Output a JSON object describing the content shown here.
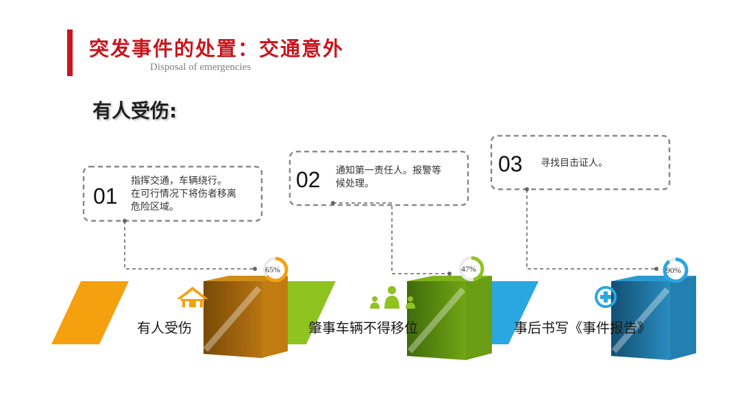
{
  "header": {
    "title": "突发事件的处置：交通意外",
    "subtitle": "Disposal of emergencies"
  },
  "section_title": "有人受伤:",
  "steps": [
    {
      "number": "01",
      "description_lines": [
        "指挥交通，车辆绕行。",
        "在可行情况下将伤者移离",
        "危险区域。"
      ]
    },
    {
      "number": "02",
      "description_lines": [
        "通知第一责任人。报警等",
        "候处理。"
      ]
    },
    {
      "number": "03",
      "description_lines": [
        "寻找目击证人。"
      ]
    }
  ],
  "bars": [
    {
      "label": "有人受伤",
      "percent": "65%",
      "percent_value": 65,
      "icon": "house-icon",
      "ribbon_color": "#f5a00f",
      "box_color": "#a5660a",
      "ring_color": "#f5a00f"
    },
    {
      "label": "肇事车辆不得移位",
      "percent": "47%",
      "percent_value": 47,
      "icon": "people-icon",
      "ribbon_color": "#8fc31f",
      "box_color": "#5f8f12",
      "ring_color": "#8fc31f"
    },
    {
      "label": "事后书写《事件报告》",
      "percent": "90%",
      "percent_value": 90,
      "icon": "plus-circle-icon",
      "ribbon_color": "#2aa6e0",
      "box_color": "#1f7fae",
      "ring_color": "#2aa6e0"
    }
  ],
  "colors": {
    "accent": "#c8161d",
    "dash_line": "#888888"
  }
}
